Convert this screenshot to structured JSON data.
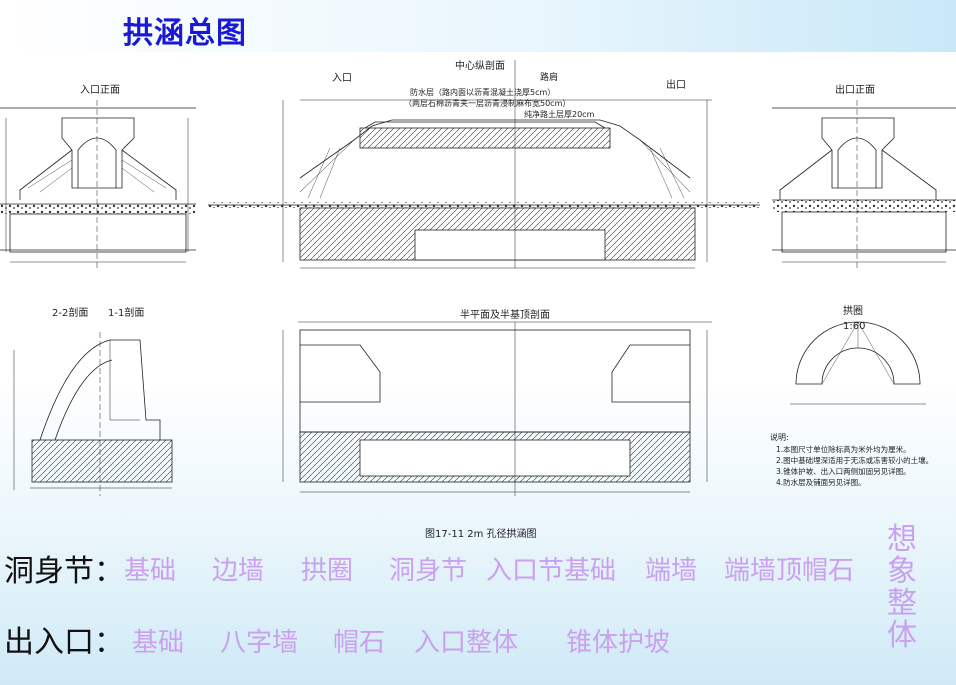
{
  "title": "拱涵总图",
  "drawing": {
    "inlet_elevation_title": "入口正面",
    "outlet_elevation_title": "出口正面",
    "center_section_title": "中心纵剖面",
    "inlet_label": "入口",
    "outlet_label": "出口",
    "road_label": "路肩",
    "note_line_1": "防水层（路内面以沥青混凝土浇厚5cm）",
    "note_line_2": "（两层石棉沥青夹一层沥青浸制麻布宽50cm）",
    "note_line_3": "纯净路土层厚20cm",
    "section_22_title": "2-2剖面",
    "section_11_title": "1-1剖面",
    "plan_title": "半平面及半基顶剖面",
    "arch_ring_title": "拱圈",
    "arch_ring_scale": "1:60",
    "caption": "图17-11 2m 孔径拱涵图",
    "notes_heading": "说明:",
    "notes": [
      "1.本图尺寸单位除标高为米外均为厘米。",
      "2.图中基础埋深适用于无冻或冻害较小的土壤。",
      "3.锥体护坡、出入口两侧加固另见详图。",
      "4.防水层及铺面另见详图。"
    ]
  },
  "rows": {
    "body_label": "洞身节：",
    "body_items": [
      "基础",
      "边墙",
      "拱圈",
      "洞身节",
      "入口节基础",
      "端墙",
      "端墙顶帽石"
    ],
    "portal_label": "出入口：",
    "portal_items": [
      "基础",
      "八字墙",
      "帽石",
      "入口整体",
      "锥体护坡"
    ]
  },
  "side_label": "想象整体",
  "colors": {
    "title": "#1a1ad6",
    "chip": "#c9a1ee",
    "line": "#222222"
  }
}
